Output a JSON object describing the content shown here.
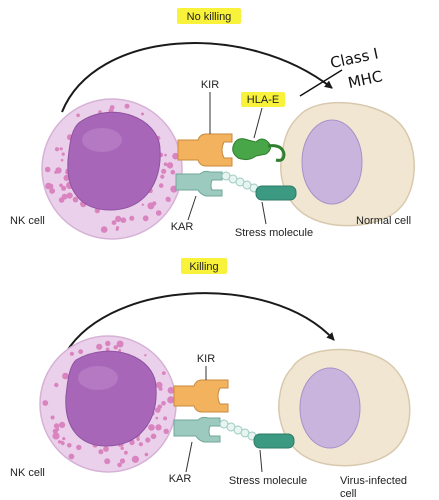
{
  "colors": {
    "highlight": "#f8f23a",
    "nk_body": "#ead0ea",
    "nk_granule": "#d983bf",
    "nk_nucleus": "#a866b8",
    "target_cell": "#f1e6d2",
    "target_nucleus": "#c9b4dd",
    "kir": "#f3b25e",
    "kar": "#9dcabf",
    "hla": "#48a548",
    "stress": "#3c9a82"
  },
  "icons": [
    "nk-cell-icon",
    "target-cell-icon",
    "kir-receptor-icon",
    "kar-receptor-icon",
    "hla-e-icon",
    "stress-molecule-icon",
    "arrow-icon"
  ],
  "top_panel": {
    "outcome": "No killing",
    "nk_label": "NK cell",
    "kir_label": "KIR",
    "kar_label": "KAR",
    "hla_label": "HLA-E",
    "stress_label": "Stress molecule",
    "target_label": "Normal cell",
    "annotation_line1": "Class I",
    "annotation_line2": "MHC"
  },
  "bottom_panel": {
    "outcome": "Killing",
    "nk_label": "NK cell",
    "kir_label": "KIR",
    "kar_label": "KAR",
    "stress_label": "Stress molecule",
    "target_label_line1": "Virus-infected",
    "target_label_line2": "cell"
  }
}
